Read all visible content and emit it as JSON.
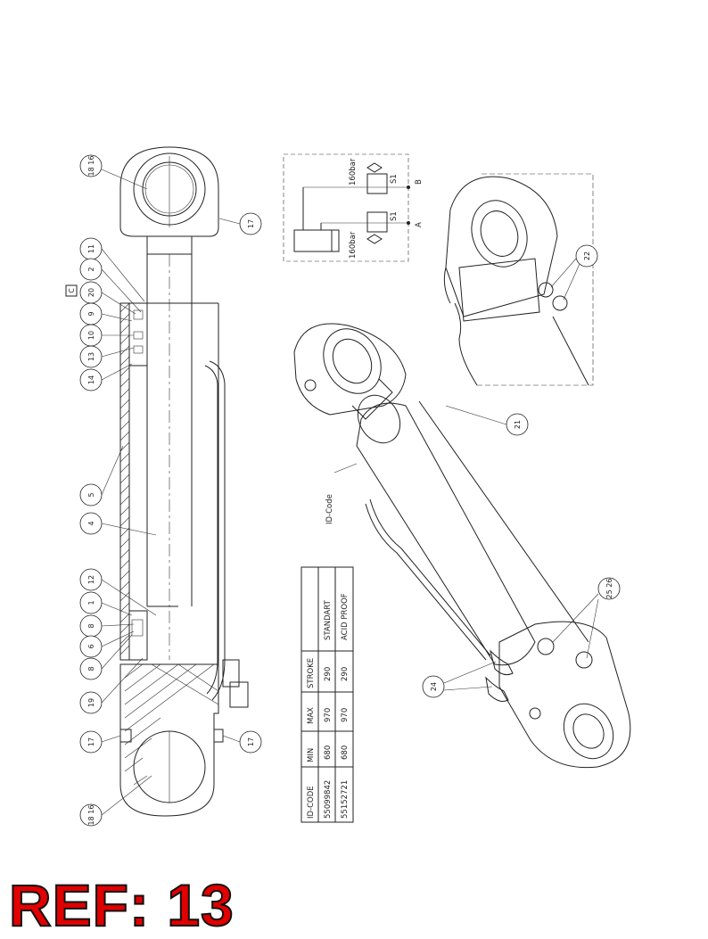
{
  "ref_label": "REF: 13",
  "balloons_left": [
    "18 16",
    "11",
    "2",
    "20",
    "9",
    "10",
    "13",
    "14",
    "5",
    "4",
    "12",
    "1",
    "8",
    "6",
    "8",
    "19",
    "17",
    "18 16",
    "17"
  ],
  "balloons_right": [
    "21",
    "22",
    "25 26",
    "24"
  ],
  "callouts": {
    "section_mark": "C",
    "id_code": "ID-Code",
    "port_a": "A",
    "port_b": "B",
    "valve_pressure_1": "160bar",
    "valve_pressure_2": "160bar",
    "valve_mark_1": "S1",
    "valve_mark_2": "S1"
  },
  "spec_table": {
    "headers": [
      "ID-CODE",
      "MIN",
      "MAX",
      "STROKE",
      ""
    ],
    "rows": [
      [
        "55099842",
        "680",
        "970",
        "290",
        "STANDART"
      ],
      [
        "55152721",
        "680",
        "970",
        "290",
        "ACID PROOF"
      ]
    ]
  },
  "colors": {
    "ref_fill": "#e00000",
    "ref_outline": "#111111",
    "line": "#222222"
  }
}
